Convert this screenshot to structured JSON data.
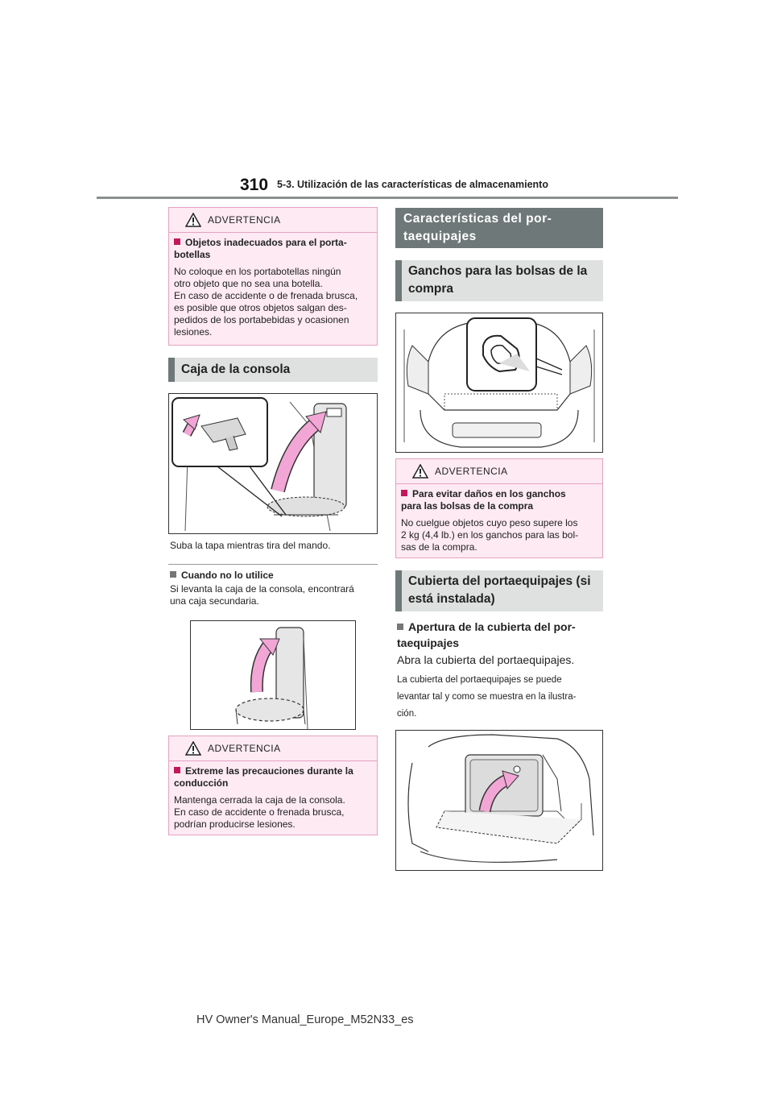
{
  "header": {
    "page_number": "310",
    "chapter": "5-3. Utilización de las características de almacenamiento"
  },
  "left": {
    "warning1": {
      "title": "ADVERTENCIA",
      "subtitle": "Objetos inadecuados para el porta-\nbotellas",
      "body": "No coloque en los portabotellas ningún\notro objeto que no sea una botella.\nEn caso de accidente o de frenada brusca,\nes posible que otros objetos salgan des-\npedidos de los portabebidas y ocasionen\nlesiones."
    },
    "section_title": "Caja de la consola",
    "caption": "Suba la tapa mientras tira del mando.",
    "sub_heading": "Cuando no lo utilice",
    "sub_body": "Si levanta la caja de la consola, encontrará\nuna caja secundaria.",
    "warning2": {
      "title": "ADVERTENCIA",
      "subtitle": "Extreme las precauciones durante la\nconducción",
      "body": "Mantenga cerrada la caja de la consola.\nEn caso de accidente o frenada brusca,\npodrían producirse lesiones."
    }
  },
  "right": {
    "main_title": "Características del por-\ntaequipajes",
    "section1_title": "Ganchos para las bolsas de la\ncompra",
    "warning3": {
      "title": "ADVERTENCIA",
      "subtitle": "Para evitar daños en los ganchos\npara las bolsas de la compra",
      "body": "No cuelgue objetos cuyo peso supere los\n2 kg (4,4 lb.) en los ganchos para las bol-\nsas de la compra."
    },
    "section2_title": "Cubierta del portaequipajes (si\nestá instalada)",
    "sub_heading": "Apertura de la cubierta del por-\ntaequipajes",
    "sub_body": "Abra la cubierta del portaequipajes.",
    "note": "La cubierta del portaequipajes se puede\nlevantar tal y como se muestra en la ilustra-\nción."
  },
  "footer": "HV Owner's Manual_Europe_M52N33_es",
  "colors": {
    "warning_bg": "#fdeaf3",
    "warning_border": "#e6a2c2",
    "accent_square": "#c2185b",
    "section_dark": "#6f7878",
    "section_light": "#dfe1e1",
    "arrow_pink": "#f2a6d6"
  }
}
